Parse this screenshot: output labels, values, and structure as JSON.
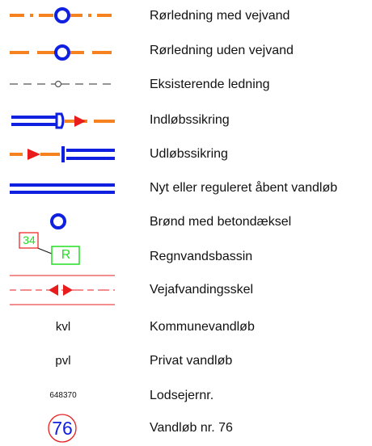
{
  "legend": {
    "items": [
      {
        "label": "Rørledning med vejvand"
      },
      {
        "label": "Rørledning uden vejvand"
      },
      {
        "label": "Eksisterende ledning"
      },
      {
        "label": "Indløbssikring"
      },
      {
        "label": "Udløbssikring"
      },
      {
        "label": "Nyt eller reguleret åbent vandløb"
      },
      {
        "label": "Brønd med betondæksel"
      },
      {
        "label": "Regnvandsbassin",
        "badge_number": "34",
        "badge_letter": "R"
      },
      {
        "label": "Vejafvandingsskel"
      },
      {
        "label": "Kommunevandløb",
        "symbol_text": "kvl"
      },
      {
        "label": "Privat vandløb",
        "symbol_text": "pvl"
      },
      {
        "label": "Lodsejernr.",
        "symbol_text": "648370"
      },
      {
        "label": "Vandløb nr. 76",
        "symbol_text": "76"
      }
    ]
  },
  "colors": {
    "orange": "#f5821f",
    "blue": "#1020e0",
    "red": "#e81c1c",
    "green": "#22dd22",
    "gray": "#555555"
  }
}
